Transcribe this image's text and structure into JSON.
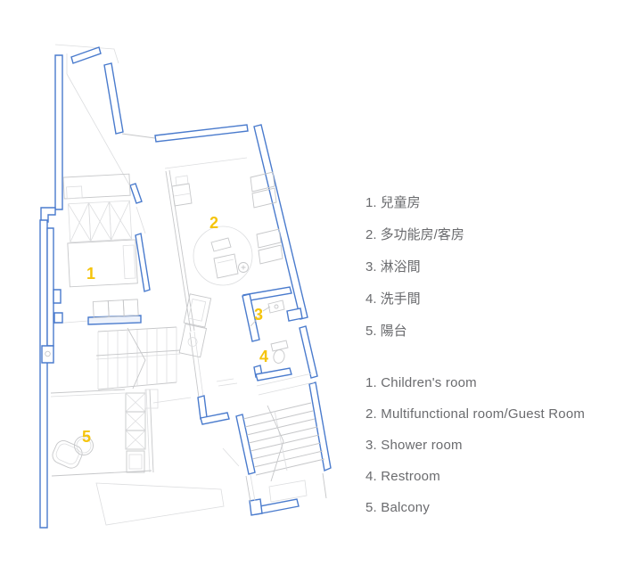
{
  "colors": {
    "wall_blue": "#4a7bcd",
    "accent_yellow": "#f5c40b",
    "text_gray": "#6a6b6e",
    "line_gray": "#c6c7c9",
    "line_faint": "#dcdddf"
  },
  "plan": {
    "markers": [
      "1",
      "2",
      "3",
      "4",
      "5"
    ]
  },
  "legend_zh": {
    "items": [
      "1. 兒童房",
      "2. 多功能房/客房",
      "3. 淋浴間",
      "4. 洗手間",
      "5. 陽台"
    ]
  },
  "legend_en": {
    "items": [
      "1. Children's room",
      "2. Multifunctional room/Guest Room",
      "3. Shower room",
      "4. Restroom",
      "5. Balcony"
    ]
  }
}
